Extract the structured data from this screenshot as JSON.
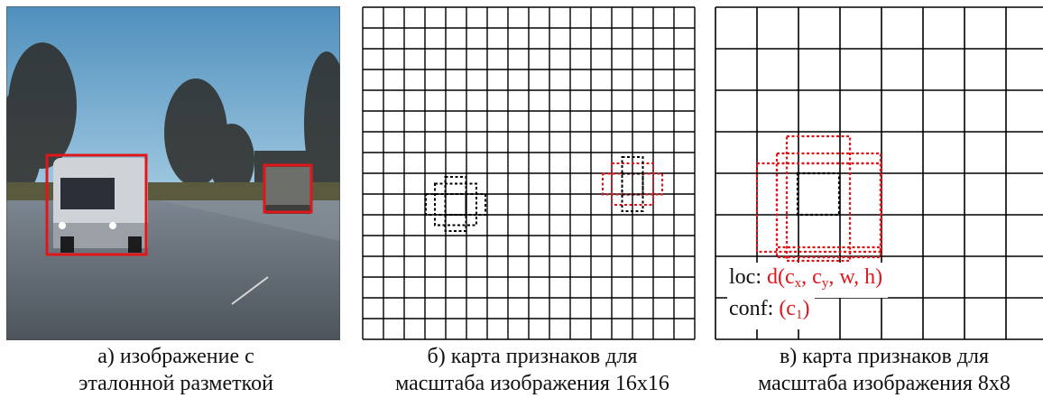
{
  "captions": {
    "a_line1": "а) изображение с",
    "a_line2": "эталонной разметкой",
    "b_line1": "б) карта признаков для",
    "b_line2": "масштаба изображения 16x16",
    "c_line1": "в) карта признаков для",
    "c_line2": "масштаба изображения 8x8"
  },
  "annotations": {
    "loc_label": "loc:",
    "loc_d": "d(c",
    "loc_x_sub": "x",
    "loc_comma1": ", c",
    "loc_y_sub": "y",
    "loc_rest": ", w, h)",
    "conf_label": "conf:",
    "conf_open": "(c",
    "conf_sub": "1",
    "conf_close": ")"
  },
  "grids": {
    "b_size": 16,
    "c_size": 8
  },
  "colors": {
    "red": "#e0161b",
    "black": "#000000",
    "sky": "#7fb6d8",
    "road": "#5e6670"
  }
}
